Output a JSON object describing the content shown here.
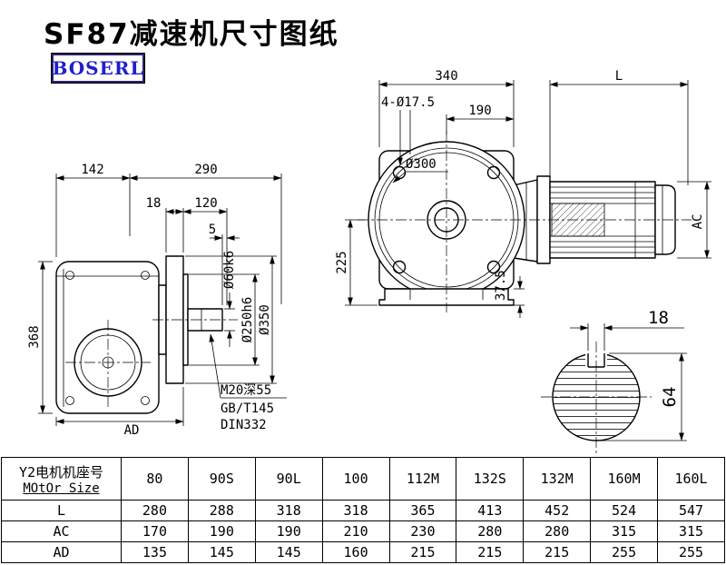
{
  "title": "SF87减速机尺寸图纸",
  "logo": "BOSERL",
  "drawing": {
    "side_view": {
      "w142": "142",
      "w290": "290",
      "w18": "18",
      "w120": "120",
      "w5": "5",
      "h368": "368",
      "shaft_dia": "Ø60k6",
      "spigot_dia": "Ø250h6",
      "flange_dia": "Ø350",
      "ad": "AD",
      "tap_note": "M20深55",
      "std_note1": "GB/T145",
      "std_note2": "DIN332"
    },
    "front_view": {
      "w340": "340",
      "motor_len": "L",
      "holes": "4-Ø17.5",
      "w190": "190",
      "bolt_circle": "Ø300",
      "h225": "225",
      "foot_h": "37.5",
      "ac": "AC"
    },
    "shaft_section": {
      "key_width": "18",
      "key_height": "64"
    }
  },
  "table": {
    "header_cn": "Y2电机机座号",
    "header_en": "MOtOr Size",
    "sizes": [
      "80",
      "90S",
      "90L",
      "100",
      "112M",
      "132S",
      "132M",
      "160M",
      "160L"
    ],
    "rows": [
      {
        "label": "L",
        "values": [
          "280",
          "288",
          "318",
          "318",
          "365",
          "413",
          "452",
          "524",
          "547"
        ]
      },
      {
        "label": "AC",
        "values": [
          "170",
          "190",
          "190",
          "210",
          "230",
          "280",
          "280",
          "315",
          "315"
        ]
      },
      {
        "label": "AD",
        "values": [
          "135",
          "145",
          "145",
          "160",
          "215",
          "215",
          "215",
          "255",
          "255"
        ]
      }
    ]
  }
}
